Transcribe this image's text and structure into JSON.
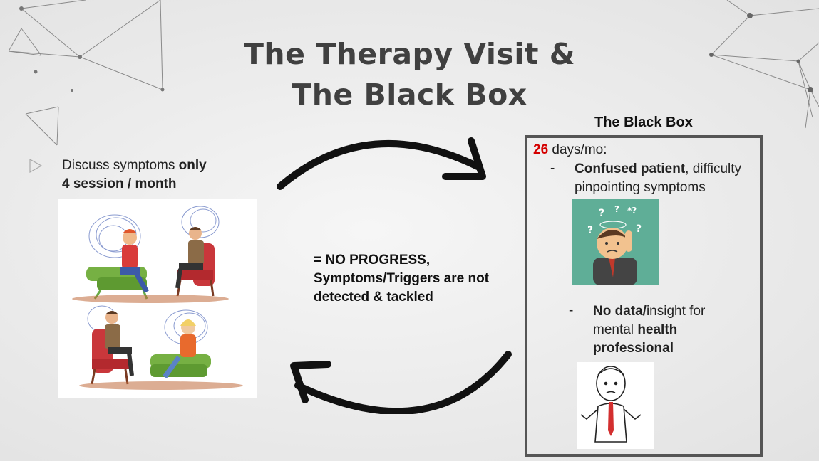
{
  "title": {
    "line1": "The Therapy Visit &",
    "line2": "The Black Box"
  },
  "left": {
    "line1_prefix": "Discuss symptoms ",
    "line1_bold": "only",
    "line2_bold": "4 session / month",
    "illustration": "therapy-sessions-illustration"
  },
  "center": {
    "line1": "= NO PROGRESS,",
    "line2": "Symptoms/Triggers are not",
    "line3": "detected & tackled"
  },
  "black_box": {
    "heading": "The Black Box",
    "days_number": "26",
    "days_suffix": " days/mo:",
    "bullet1": {
      "dash": "-",
      "bold": "Confused patient",
      "rest1": ", difficulty",
      "line2": "pinpointing symptoms"
    },
    "bullet2": {
      "dash": "-",
      "bold1": "No data/",
      "rest1": "insight for",
      "line2_prefix": "mental ",
      "line2_bold": "health",
      "line3_bold": "professional"
    },
    "images": [
      "confused-man-illustration",
      "shrugging-man-illustration"
    ]
  },
  "colors": {
    "title": "#404040",
    "accent_red": "#d40000",
    "box_border": "#555555",
    "arrow": "#111111"
  }
}
